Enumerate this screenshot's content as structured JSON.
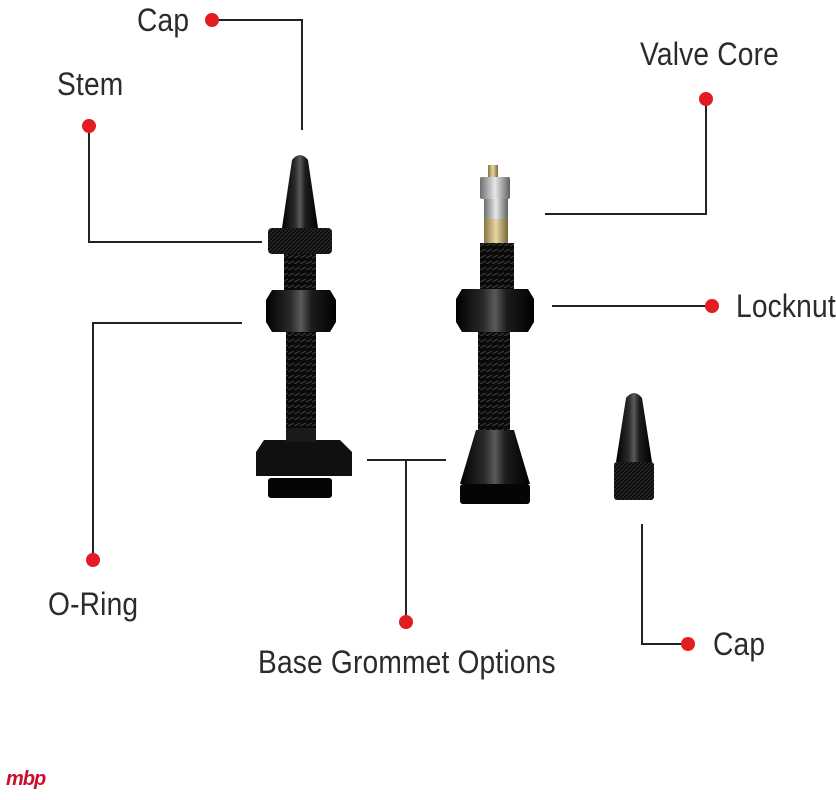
{
  "labels": {
    "cap_top": "Cap",
    "stem": "Stem",
    "valve_core": "Valve Core",
    "locknut": "Locknut",
    "o_ring": "O-Ring",
    "base_grommet": "Base Grommet Options",
    "cap_bottom": "Cap"
  },
  "logo": {
    "text": "mbp"
  },
  "colors": {
    "callout_dot": "#e31b23",
    "callout_line": "#222222",
    "valve_body": "#0b0b0b",
    "valve_core_brass": "#c9b27a",
    "background": "#ffffff"
  },
  "icons": {
    "callout_marker": "red-dot",
    "logo": "mbp-logo"
  }
}
